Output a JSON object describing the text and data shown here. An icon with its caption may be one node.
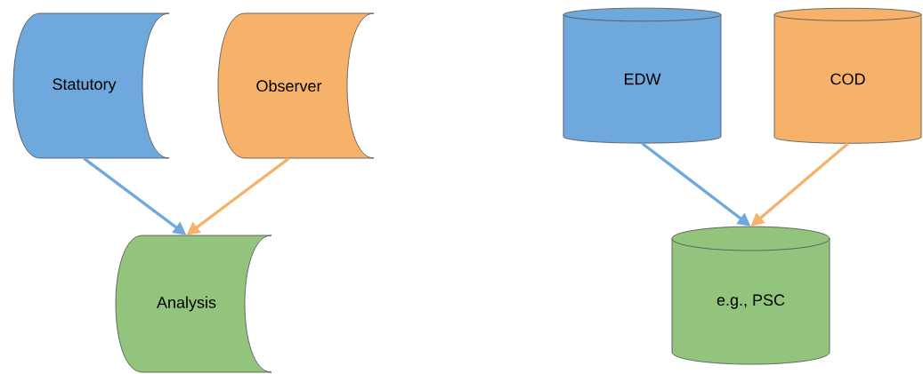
{
  "diagram": {
    "nodes": [
      {
        "text": [
          "Statutory"
        ]
      },
      {
        "text": [
          "Observer"
        ]
      },
      {
        "text": [
          "Analysis"
        ]
      },
      {
        "text": [
          "EDW"
        ]
      },
      {
        "text": [
          "COD"
        ]
      },
      {
        "text": [
          "e.g., PSC"
        ]
      }
    ],
    "edges": [
      {
        "from": 0,
        "to": 2,
        "arrow": "to",
        "color": "#6fa8dc"
      },
      {
        "from": 1,
        "to": 2,
        "arrow": "to",
        "color": "#f6b26b"
      },
      {
        "from": 3,
        "to": 5,
        "arrow": "to",
        "color": "#6fa8dc"
      },
      {
        "from": 4,
        "to": 5,
        "arrow": "to",
        "color": "#f6b26b"
      }
    ]
  }
}
